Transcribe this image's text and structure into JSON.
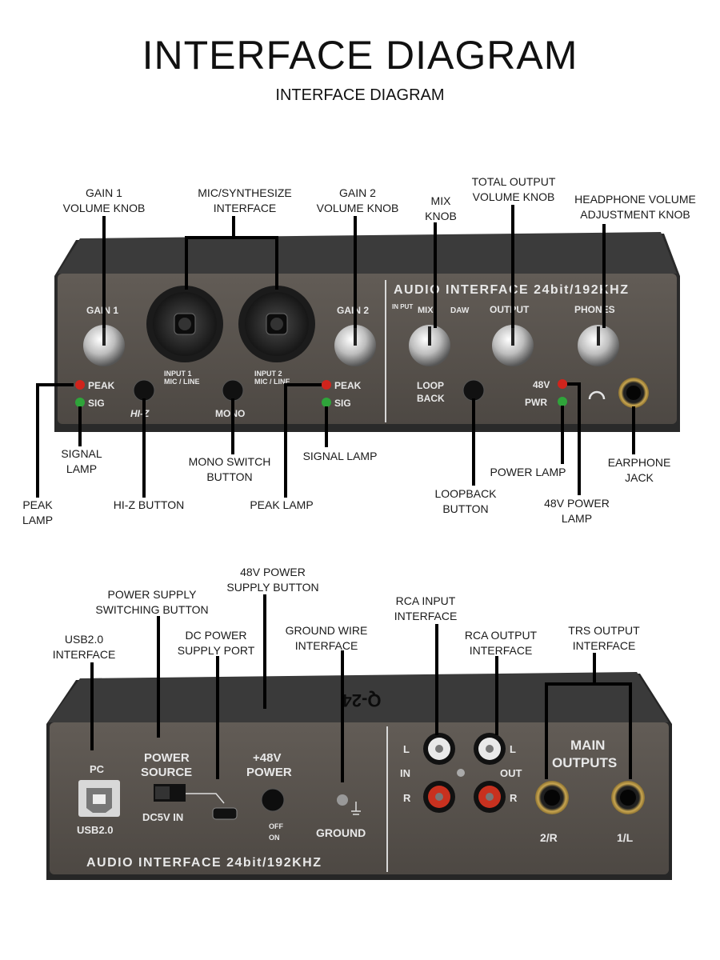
{
  "header": {
    "title": "INTERFACE DIAGRAM",
    "subtitle": "INTERFACE DIAGRAM"
  },
  "front": {
    "device": {
      "brand_text": "AUDIO INTERFACE 24bit/192KHZ",
      "gain1": "GAIN 1",
      "gain2": "GAIN 2",
      "input1": "INPUT 1",
      "input2": "INPUT 2",
      "mic_line": "MIC / LINE",
      "peak": "PEAK",
      "sig": "SIG",
      "hiz": "HI-Z",
      "mono": "MONO",
      "input_small": "IN PUT",
      "mix": "MIX",
      "daw": "DAW",
      "output": "OUTPUT",
      "phones": "PHONES",
      "loop": "LOOP",
      "back": "BACK",
      "v48": "48V",
      "pwr": "PWR"
    },
    "callouts": {
      "gain1": [
        "GAIN 1",
        "VOLUME KNOB"
      ],
      "mic": [
        "MIC/SYNTHESIZE",
        "INTERFACE"
      ],
      "gain2": [
        "GAIN 2",
        "VOLUME KNOB"
      ],
      "mix": [
        "MIX",
        "KNOB"
      ],
      "total": [
        "TOTAL OUTPUT",
        "VOLUME KNOB"
      ],
      "headphone": [
        "HEADPHONE VOLUME",
        "ADJUSTMENT KNOB"
      ],
      "signal1": [
        "SIGNAL",
        "LAMP"
      ],
      "peak1": [
        "PEAK",
        "LAMP"
      ],
      "hiz": [
        "HI-Z BUTTON"
      ],
      "mono": [
        "MONO SWITCH",
        "BUTTON"
      ],
      "peak2": [
        "PEAK LAMP"
      ],
      "signal2": [
        "SIGNAL LAMP"
      ],
      "loopback": [
        "LOOPBACK",
        "BUTTON"
      ],
      "power": [
        "POWER LAMP"
      ],
      "v48": [
        "48V POWER",
        "LAMP"
      ],
      "earphone": [
        "EARPHONE",
        "JACK"
      ]
    }
  },
  "back": {
    "device": {
      "top_logo": "Q-24",
      "pc": "PC",
      "usb": "USB2.0",
      "power_source": [
        "POWER",
        "SOURCE"
      ],
      "dc": "DC5V IN",
      "p48": [
        "+48V",
        "POWER"
      ],
      "off": "OFF",
      "on": "ON",
      "ground": "GROUND",
      "L": "L",
      "R": "R",
      "in": "IN",
      "out": "OUT",
      "main_outputs": [
        "MAIN",
        "OUTPUTS"
      ],
      "r2": "2/R",
      "l1": "1/L",
      "brand_text": "AUDIO INTERFACE 24bit/192KHZ"
    },
    "callouts": {
      "usb": [
        "USB2.0",
        "INTERFACE"
      ],
      "switching": [
        "POWER SUPPLY",
        "SWITCHING BUTTON"
      ],
      "dc": [
        "DC POWER",
        "SUPPLY PORT"
      ],
      "p48": [
        "48V POWER",
        "SUPPLY BUTTON"
      ],
      "ground": [
        "GROUND WIRE",
        "INTERFACE"
      ],
      "rca_in": [
        "RCA INPUT",
        "INTERFACE"
      ],
      "rca_out": [
        "RCA OUTPUT",
        "INTERFACE"
      ],
      "trs": [
        "TRS OUTPUT",
        "INTERFACE"
      ]
    }
  },
  "colors": {
    "panel": "#5a5550",
    "panel_dark": "#3a3734",
    "chassis": "#242424",
    "peak_led": "#d0241c",
    "sig_led": "#2fa43a",
    "rca_red": "#c8311f",
    "rca_white": "#e9e9e9"
  }
}
